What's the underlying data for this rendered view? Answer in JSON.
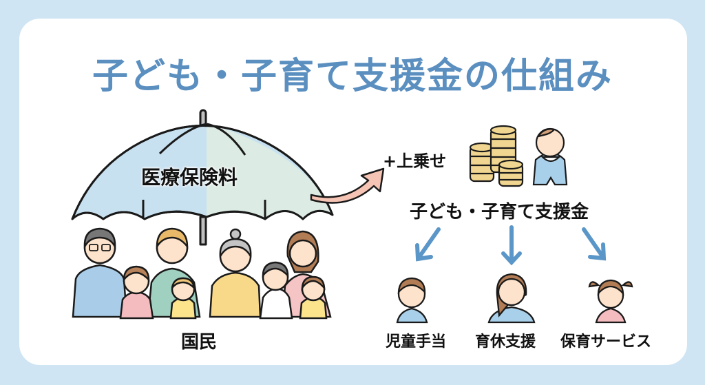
{
  "title": "子ども・子育て支援金の仕組み",
  "umbrella": {
    "label": "医療保険料",
    "icon": "umbrella-icon"
  },
  "people": {
    "label": "国民",
    "icon": "family-group-icon"
  },
  "flow": {
    "surcharge_label": "+上乗せ",
    "fund_label": "子ども・子育て支援金",
    "icons": [
      "coin-stack-icon",
      "baby-icon",
      "curved-arrow-icon"
    ]
  },
  "benefits": [
    {
      "label": "児童手当",
      "icon": "boy-icon"
    },
    {
      "label": "育休支援",
      "icon": "woman-icon"
    },
    {
      "label": "保育サービス",
      "icon": "girl-icon"
    }
  ],
  "colors": {
    "background": "#cfe5f3",
    "title": "#5a8fc0",
    "arrow_blue": "#5b96c8",
    "arrow_pink": "#f5c4b4",
    "umbrella_left": "#b9d8ec",
    "umbrella_right": "#dcece4",
    "coin": "#f0d690"
  }
}
